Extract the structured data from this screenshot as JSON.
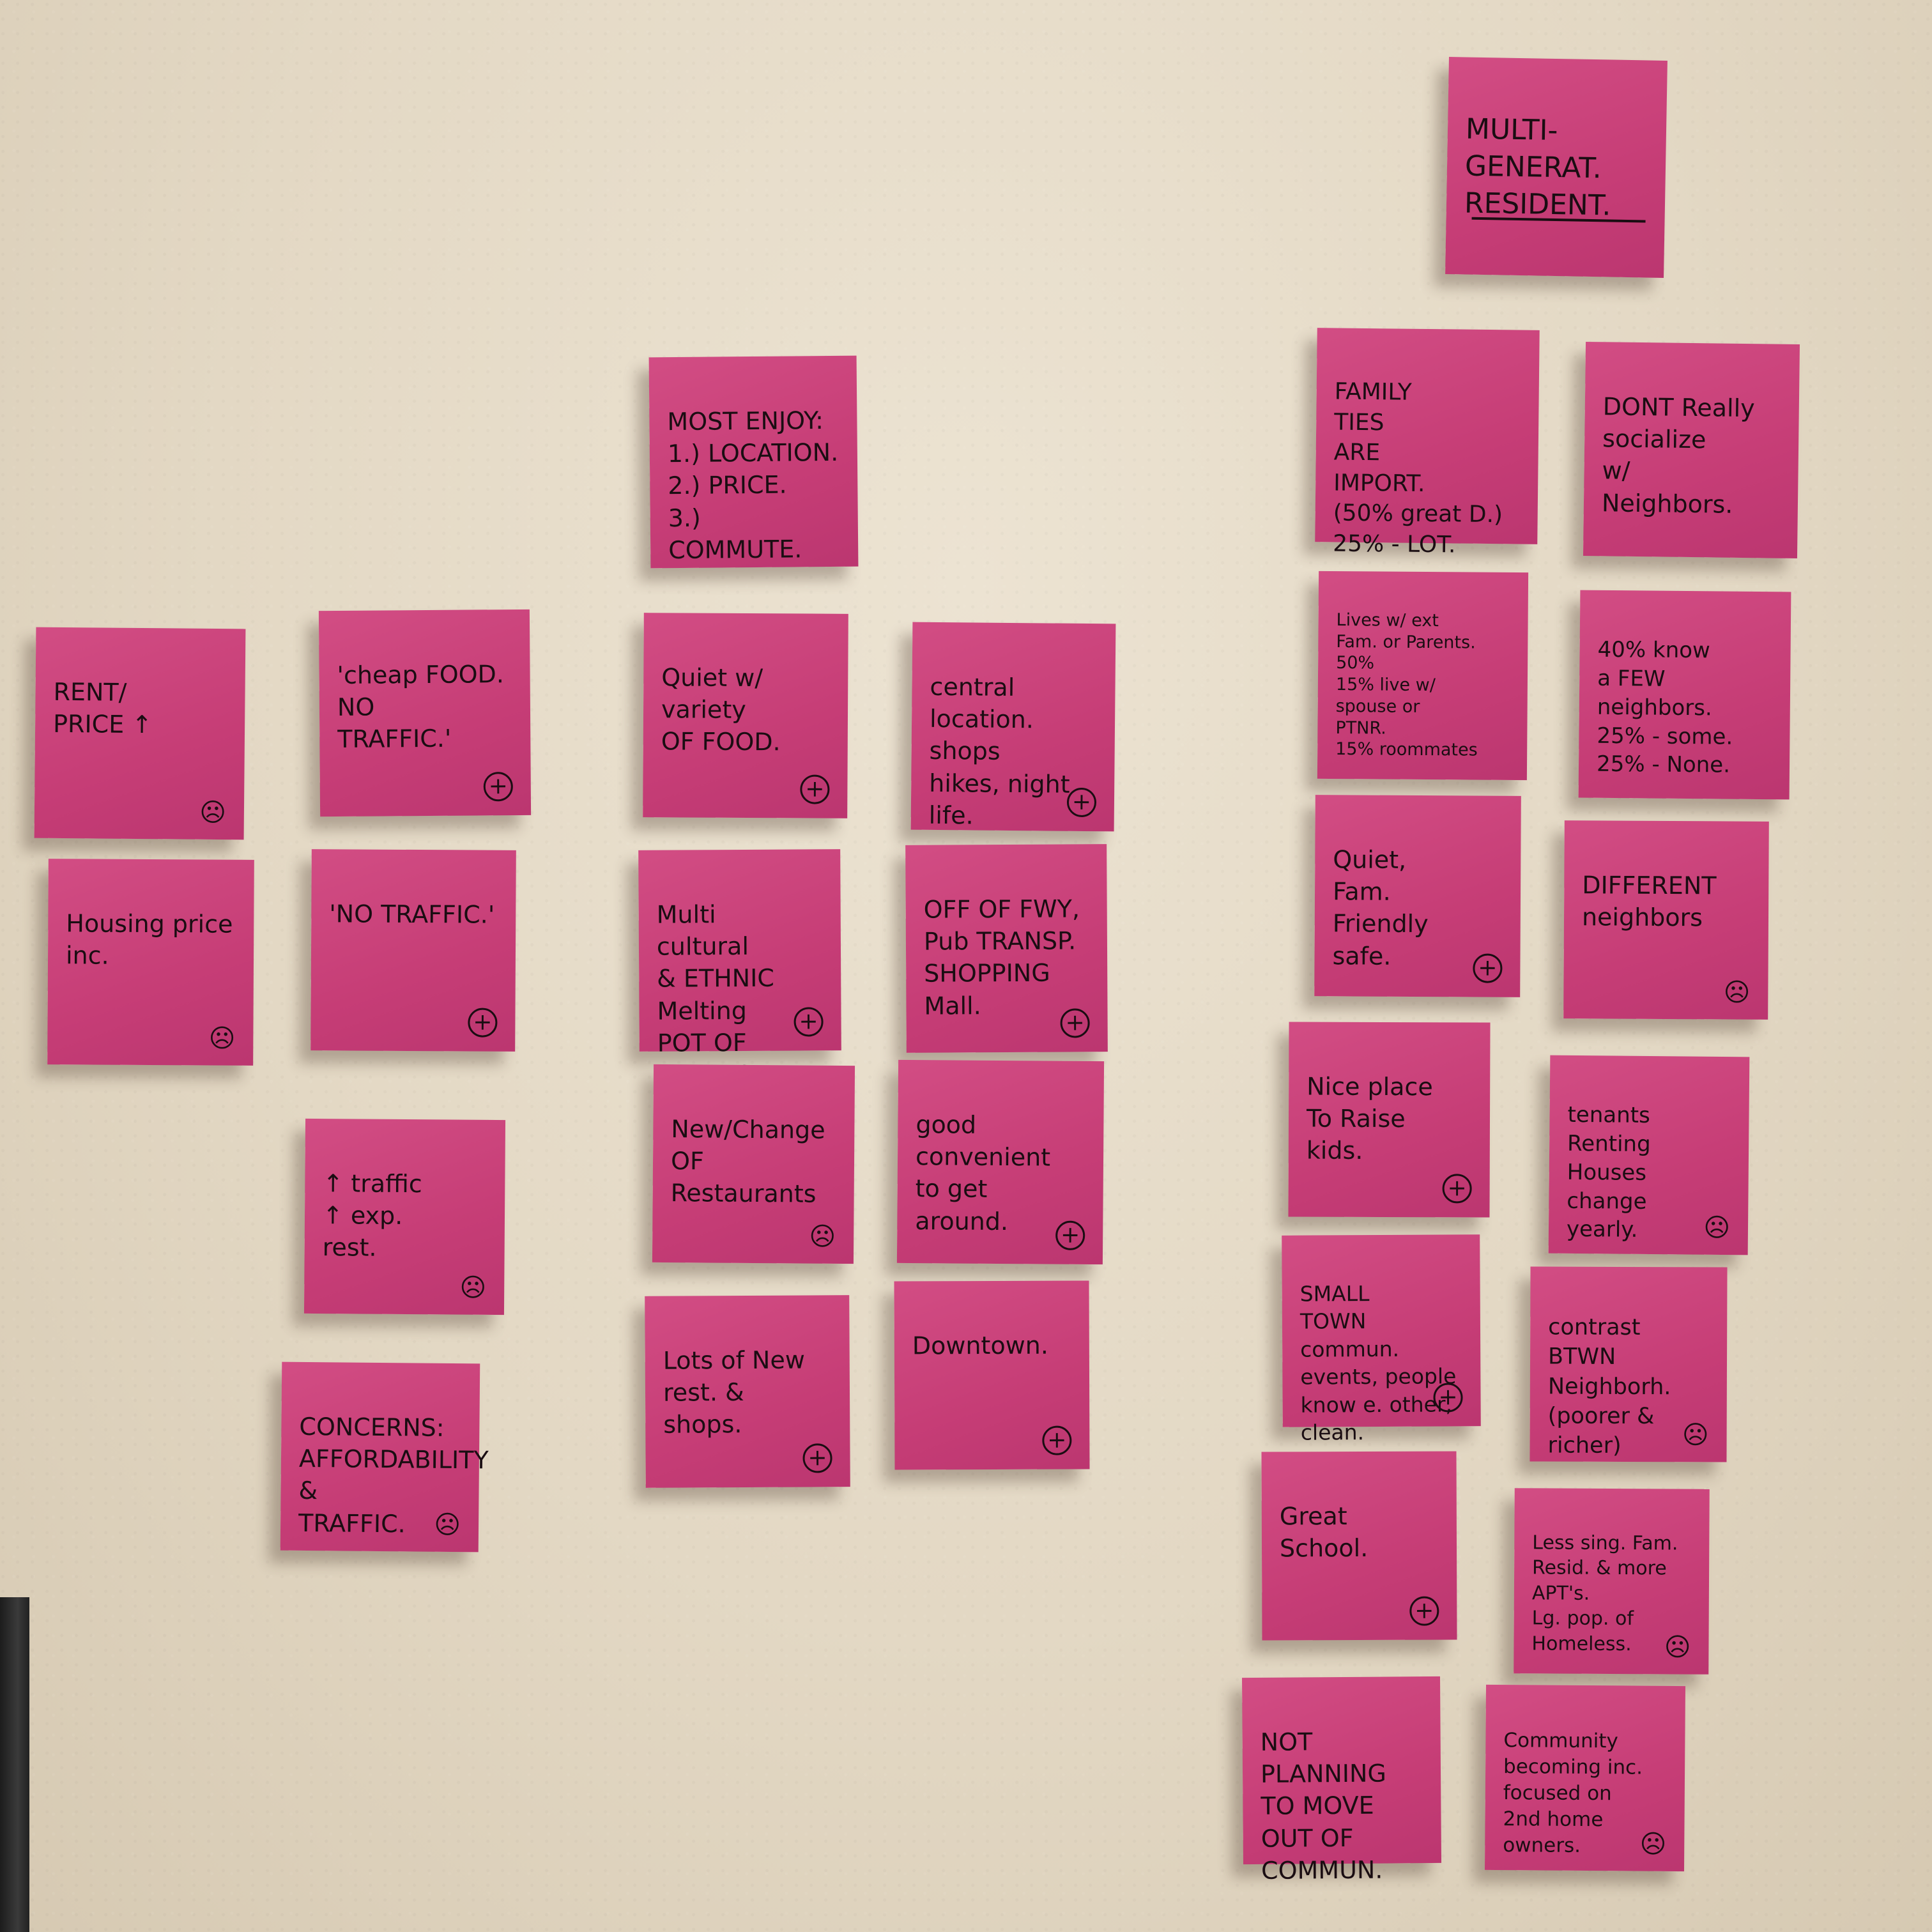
{
  "colors": {
    "wall": "#e6dcc9",
    "note": "#c8417a",
    "ink": "#1a0d12"
  },
  "notes": {
    "rent_price": {
      "text": "RENT/\nPRICE ↑",
      "symbol": "☹"
    },
    "housing_price": {
      "text": "Housing price\ninc.",
      "symbol": "☹"
    },
    "cheap_food": {
      "text": "'cheap FOOD.\nNO\nTRAFFIC.'",
      "symbol": "+"
    },
    "no_traffic": {
      "text": "'NO TRAFFIC.'",
      "symbol": "+"
    },
    "up_traffic": {
      "text": "↑ traffic\n↑ exp.\nrest.",
      "symbol": "☹"
    },
    "concerns": {
      "text": "CONCERNS:\nAFFORDABILITY\n&\nTRAFFIC.",
      "symbol": "☹"
    },
    "most_enjoy": {
      "text": "MOST ENJOY:\n1.) LOCATION.\n2.) PRICE.\n3.) COMMUTE.",
      "symbol": ""
    },
    "quiet_variety": {
      "text": "Quiet w/\nvariety\nOF FOOD.",
      "symbol": "+"
    },
    "multi_cultural": {
      "text": "Multi\ncultural\n& ETHNIC Melting\nPOT OF FOOD &\nACTIV.",
      "symbol": "+"
    },
    "new_change": {
      "text": "New/Change\nOF\nRestaurants",
      "symbol": "☹"
    },
    "lots_new": {
      "text": "Lots of New\nrest. &\nshops.",
      "symbol": "+"
    },
    "central_location": {
      "text": "central\nlocation. shops\nhikes, night life.",
      "symbol": "+"
    },
    "off_fwy": {
      "text": "OFF OF FWY,\nPub TRANSP.\nSHOPPING\nMall.",
      "symbol": "+"
    },
    "convenient": {
      "text": "good\nconvenient\nto get\naround.",
      "symbol": "+"
    },
    "downtown": {
      "text": "Downtown.",
      "symbol": "+"
    },
    "multi_gen": {
      "text": "MULTI-\nGENERAT.\nRESIDENT."
    },
    "family_ties": {
      "text": "FAMILY\nTIES\nARE\nIMPORT.\n(50% great D.)\n25% - LOT.",
      "symbol": ""
    },
    "lives_w_ext": {
      "text": "Lives w/ ext\nFam. or Parents.\n50%\n15% live w/\nspouse or\nPTNR.\n15% roommates",
      "symbol": ""
    },
    "quiet_fam": {
      "text": "Quiet,\nFam.\nFriendly\nsafe.",
      "symbol": "+"
    },
    "nice_place": {
      "text": "Nice place\nTo Raise\nkids.",
      "symbol": "+"
    },
    "small_town": {
      "text": "SMALL\nTOWN commun.\nevents, people\nknow e. other,\nclean.",
      "symbol": "+"
    },
    "great_school": {
      "text": "Great\nSchool.",
      "symbol": "+"
    },
    "not_planning": {
      "text": "NOT\nPLANNING\nTO MOVE\nOUT OF\nCOMMUN.",
      "symbol": ""
    },
    "dont_socialize": {
      "text": "DONT Really\nsocialize\nw/\nNeighbors.",
      "symbol": ""
    },
    "forty_pct": {
      "text": "40% know\na FEW\nneighbors.\n25% - some.\n25% - None.",
      "symbol": ""
    },
    "different_neighbors": {
      "text": "DIFFERENT\nneighbors",
      "symbol": "☹"
    },
    "tenants_renting": {
      "text": "tenants\nRenting\nHouses change\nyearly.",
      "symbol": "☹"
    },
    "contrast": {
      "text": "contrast\nBTWN\nNeighborh.\n(poorer &\nricher)",
      "symbol": "☹"
    },
    "less_sing": {
      "text": "Less sing. Fam.\nResid. & more\nAPT's.\nLg. pop. of\nHomeless.",
      "symbol": "☹"
    },
    "community_becoming": {
      "text": "Community\nbecoming inc.\nfocused on\n2nd home\nowners.",
      "symbol": "☹"
    }
  }
}
